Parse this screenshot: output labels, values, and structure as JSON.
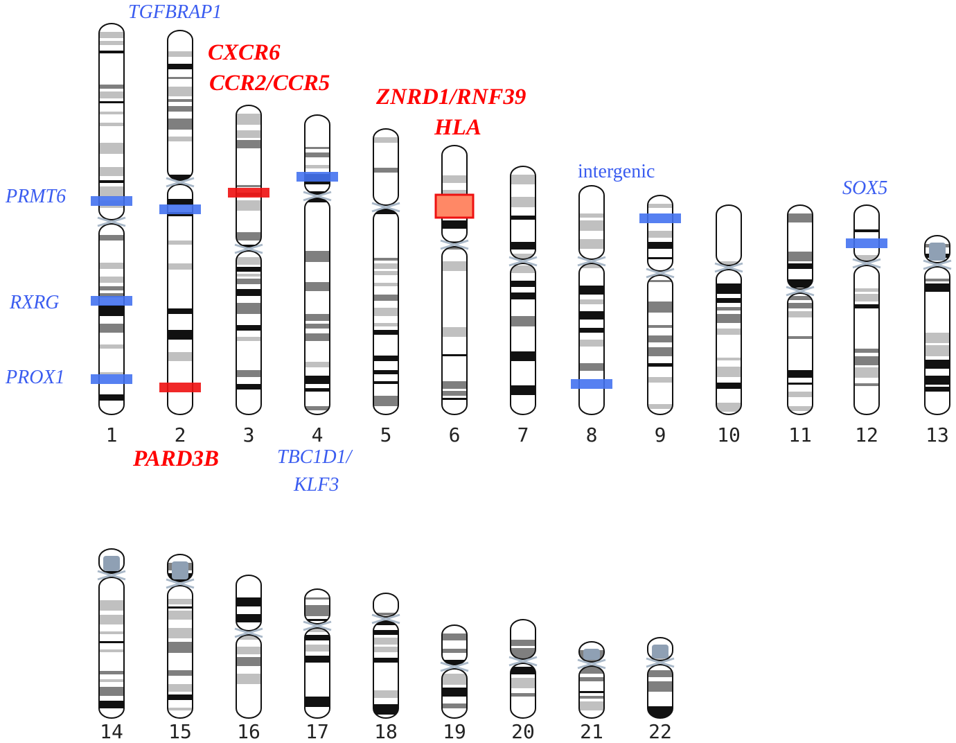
{
  "chromosome_labels": [
    "1",
    "2",
    "3",
    "4",
    "5",
    "6",
    "7",
    "8",
    "9",
    "10",
    "11",
    "12",
    "13",
    "14",
    "15",
    "16",
    "17",
    "18",
    "19",
    "20",
    "21",
    "22"
  ],
  "annotations": {
    "tgfbrap1": "TGFBRAP1",
    "cxcr6": "CXCR6",
    "ccr2_ccr5": "CCR2/CCR5",
    "znrd1": "ZNRD1/RNF39",
    "hla": "HLA",
    "intergenic": "intergenic",
    "sox5": "SOX5",
    "prmt6": "PRMT6",
    "rxrg": "RXRG",
    "prox1": "PROX1",
    "pard3b": "PARD3B",
    "tbc1d1": "TBC1D1/",
    "klf3": "KLF3"
  },
  "colors": {
    "blue_highlight": "#4472f0",
    "red_highlight": "#ee1111",
    "hla_fill": "#ff8866",
    "band_dark": "#111111",
    "band_grey": "#7f7f7f",
    "band_light": "#c0c0c0",
    "centromere": "#a9b8c8"
  }
}
